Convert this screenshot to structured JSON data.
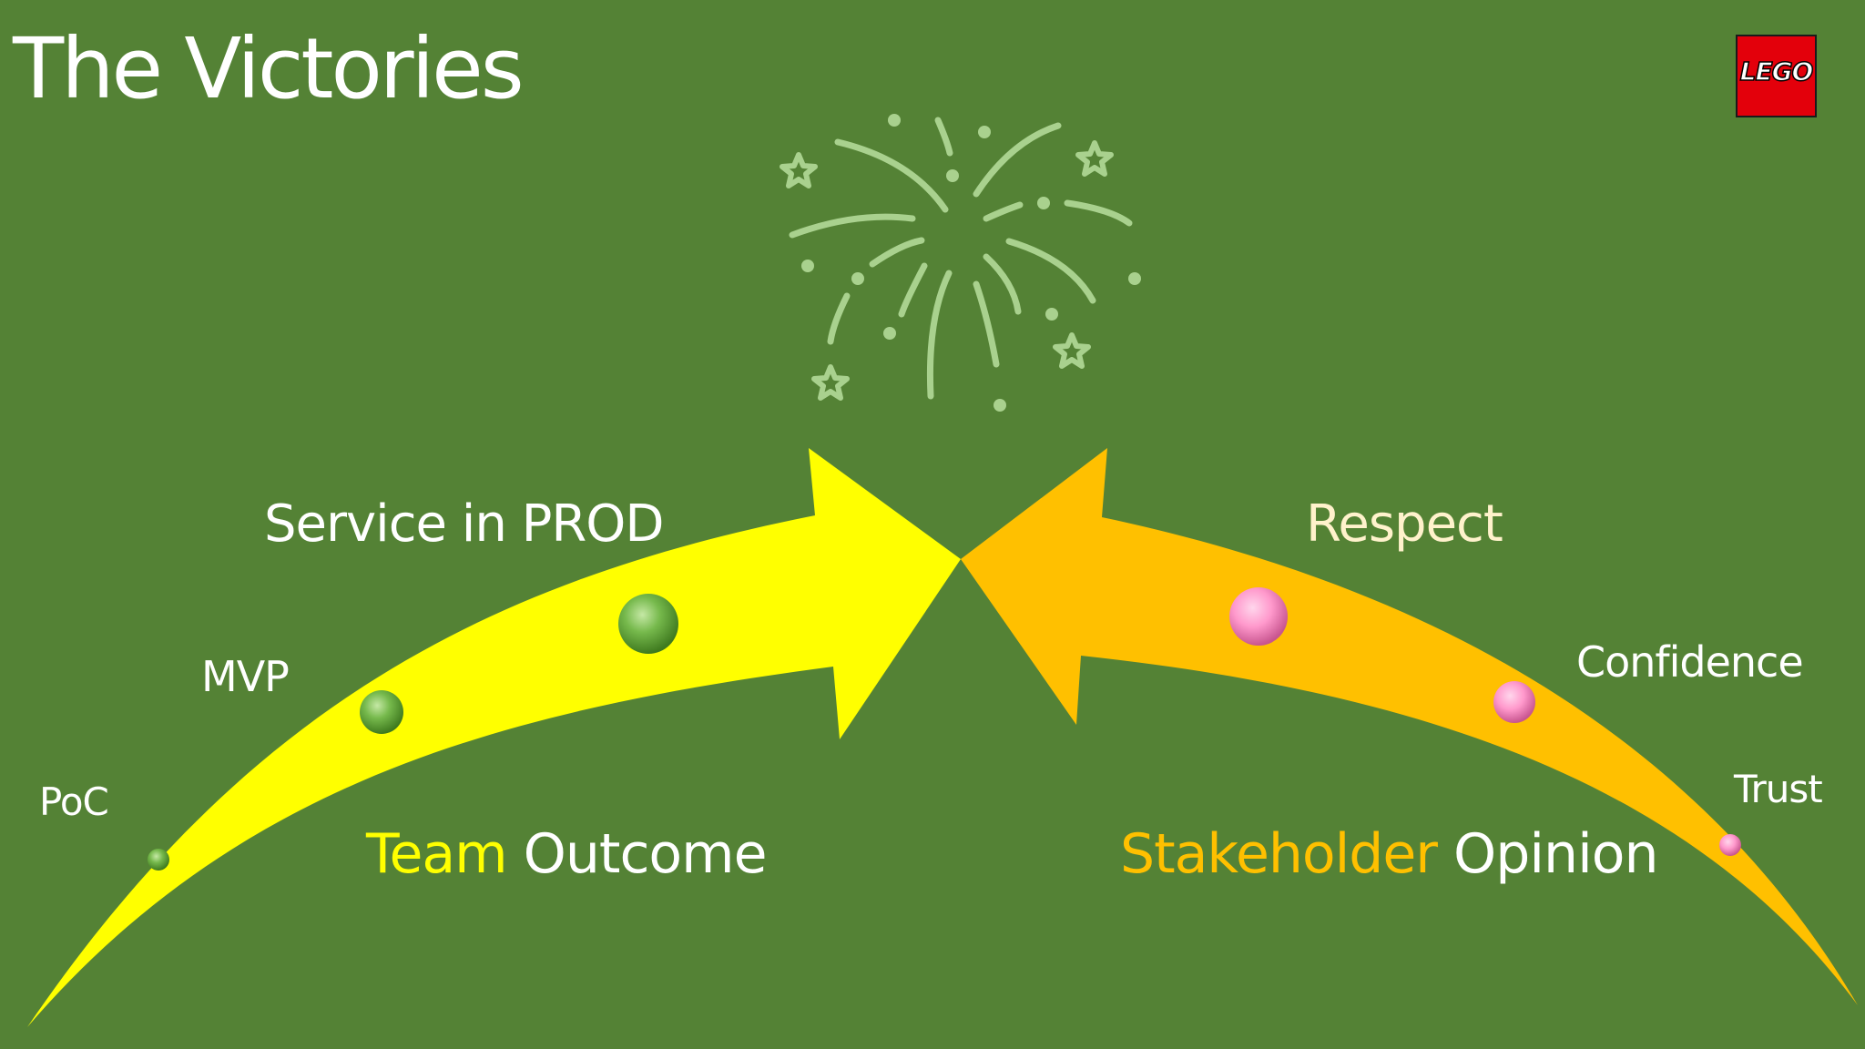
{
  "title": "The Victories",
  "logo": {
    "text": "LEGO",
    "background": "#e3000b"
  },
  "left_arrow": {
    "color": "#ffff00",
    "milestones": [
      "PoC",
      "MVP",
      "Service in PROD"
    ],
    "caption_highlight": "Team",
    "caption_rest": " Outcome"
  },
  "right_arrow": {
    "color": "#ffc000",
    "milestones": [
      "Trust",
      "Confidence",
      "Respect"
    ],
    "caption_highlight": "Stakeholder",
    "caption_rest": " Opinion"
  },
  "colors": {
    "background": "#548235",
    "fireworks": "#a9d18e",
    "left_dots": "#70ad47",
    "right_dots": "#ff99cc"
  },
  "fireworks_icon": "fireworks-icon"
}
